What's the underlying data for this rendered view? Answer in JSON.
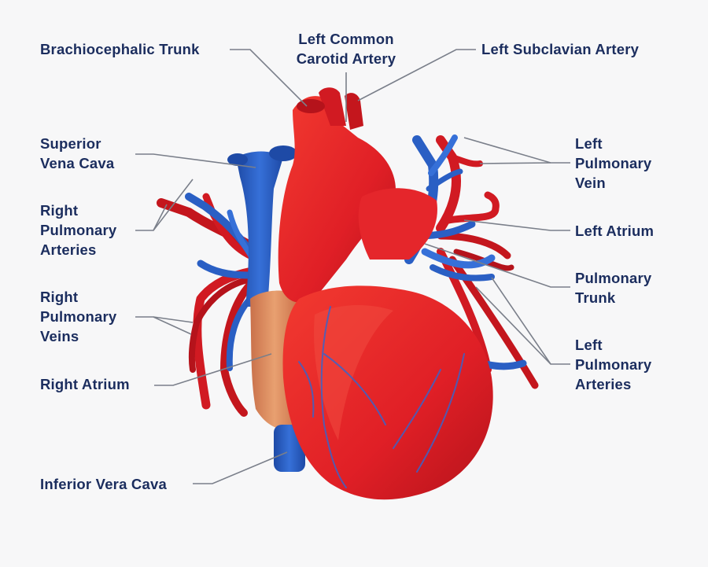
{
  "diagram": {
    "colors": {
      "background": "#f7f7f8",
      "label_text": "#1b2d5e",
      "leader_line": "#7a7f8a",
      "artery_red": "#e01f26",
      "vein_blue": "#2a5fc4",
      "atrium_tan": "#d98a5a"
    },
    "labels": {
      "brachiocephalic_trunk": "Brachiocephalic Trunk",
      "left_common_carotid": "Left Common\nCarotid Artery",
      "left_subclavian": "Left Subclavian Artery",
      "superior_vena_cava": "Superior\nVena Cava",
      "right_pulmonary_arteries": "Right\nPulmonary\nArteries",
      "right_pulmonary_veins": "Right\nPulmonary\nVeins",
      "right_atrium": "Right Atrium",
      "inferior_vena_cava": "Inferior Vera Cava",
      "left_pulmonary_vein": "Left\nPulmonary\nVein",
      "left_atrium": "Left Atrium",
      "pulmonary_trunk": "Pulmonary\nTrunk",
      "left_pulmonary_arteries": "Left\nPulmonary\nArteries"
    }
  }
}
